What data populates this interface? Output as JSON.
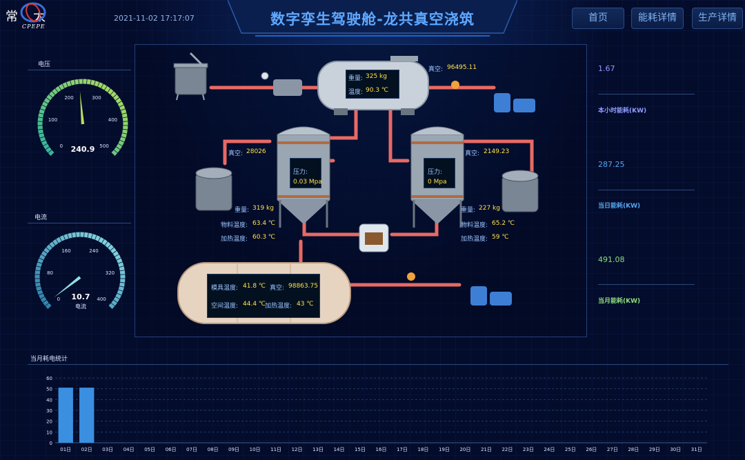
{
  "header": {
    "logo_cn": "常太",
    "logo_en": "CPEPE",
    "datetime": "2021-11-02 17:17:07",
    "title": "数字孪生驾驶舱-龙共真空浇筑",
    "nav": [
      {
        "label": "首页"
      },
      {
        "label": "能耗详情"
      },
      {
        "label": "生产详情"
      }
    ]
  },
  "gauges": {
    "voltage": {
      "label": "电压",
      "value": "240.9",
      "min": 0,
      "max": 500,
      "ticks": [
        "0",
        "100",
        "200",
        "300",
        "400",
        "500"
      ],
      "reading": 240.9,
      "color_low": "#2fb2a0",
      "color_high": "#b6e05a"
    },
    "current": {
      "label": "电流",
      "value": "10.7",
      "unit": "电流",
      "min": 0,
      "max": 400,
      "ticks": [
        "0",
        "80",
        "160",
        "240",
        "320",
        "400"
      ],
      "reading": 10.7,
      "color_low": "#2b7ea8",
      "color_high": "#8fe0e6"
    }
  },
  "diagram": {
    "top_tank": {
      "weight_label": "重量:",
      "weight_value": "325 kg",
      "temp_label": "温度:",
      "temp_value": "90.3 ℃",
      "vacuum_label": "真空:",
      "vacuum_value": "96495.11"
    },
    "left_reactor": {
      "vacuum_label": "真空:",
      "vacuum_value": "28026",
      "pressure_label": "压力:",
      "pressure_value": "0.03 Mpa",
      "weight_label": "重量:",
      "weight_value": "319 kg",
      "material_temp_label": "物料温度:",
      "material_temp_value": "63.4 ℃",
      "heat_temp_label": "加热温度:",
      "heat_temp_value": "60.3 ℃"
    },
    "right_reactor": {
      "vacuum_label": "真空:",
      "vacuum_value": "2149.23",
      "pressure_label": "压力:",
      "pressure_value": "0 Mpa",
      "weight_label": "重量:",
      "weight_value": "227 kg",
      "material_temp_label": "物料温度:",
      "material_temp_value": "65.2 ℃",
      "heat_temp_label": "加热温度:",
      "heat_temp_value": "59 ℃"
    },
    "bottom_tank": {
      "mold_temp_label": "模具温度:",
      "mold_temp_value": "41.8 ℃",
      "vacuum_label": "真空:",
      "vacuum_value": "98863.75",
      "space_temp_label": "空间温度:",
      "space_temp_value": "44.4 ℃",
      "heat_temp_label": "加热温度:",
      "heat_temp_value": "43 ℃"
    }
  },
  "energy": [
    {
      "value": "1.67",
      "label": "本小时能耗(KW)",
      "color": "#8f9cff"
    },
    {
      "value": "287.25",
      "label": "当日能耗(KW)",
      "color": "#54a6f0"
    },
    {
      "value": "491.08",
      "label": "当月能耗(KW)",
      "color": "#8cdc7a"
    }
  ],
  "chart_title": "当月耗电统计",
  "chart_data": {
    "type": "bar",
    "categories": [
      "01日",
      "02日",
      "03日",
      "04日",
      "05日",
      "06日",
      "07日",
      "08日",
      "09日",
      "10日",
      "11日",
      "12日",
      "13日",
      "14日",
      "15日",
      "16日",
      "17日",
      "18日",
      "19日",
      "20日",
      "21日",
      "22日",
      "23日",
      "24日",
      "25日",
      "26日",
      "27日",
      "28日",
      "29日",
      "30日",
      "31日"
    ],
    "values": [
      51,
      51,
      0,
      0,
      0,
      0,
      0,
      0,
      0,
      0,
      0,
      0,
      0,
      0,
      0,
      0,
      0,
      0,
      0,
      0,
      0,
      0,
      0,
      0,
      0,
      0,
      0,
      0,
      0,
      0,
      0
    ],
    "ylim": [
      0,
      60
    ],
    "yticks": [
      "0",
      "10",
      "20",
      "30",
      "40",
      "50",
      "60"
    ],
    "bar_color": "#3a8fe0",
    "grid": true
  }
}
